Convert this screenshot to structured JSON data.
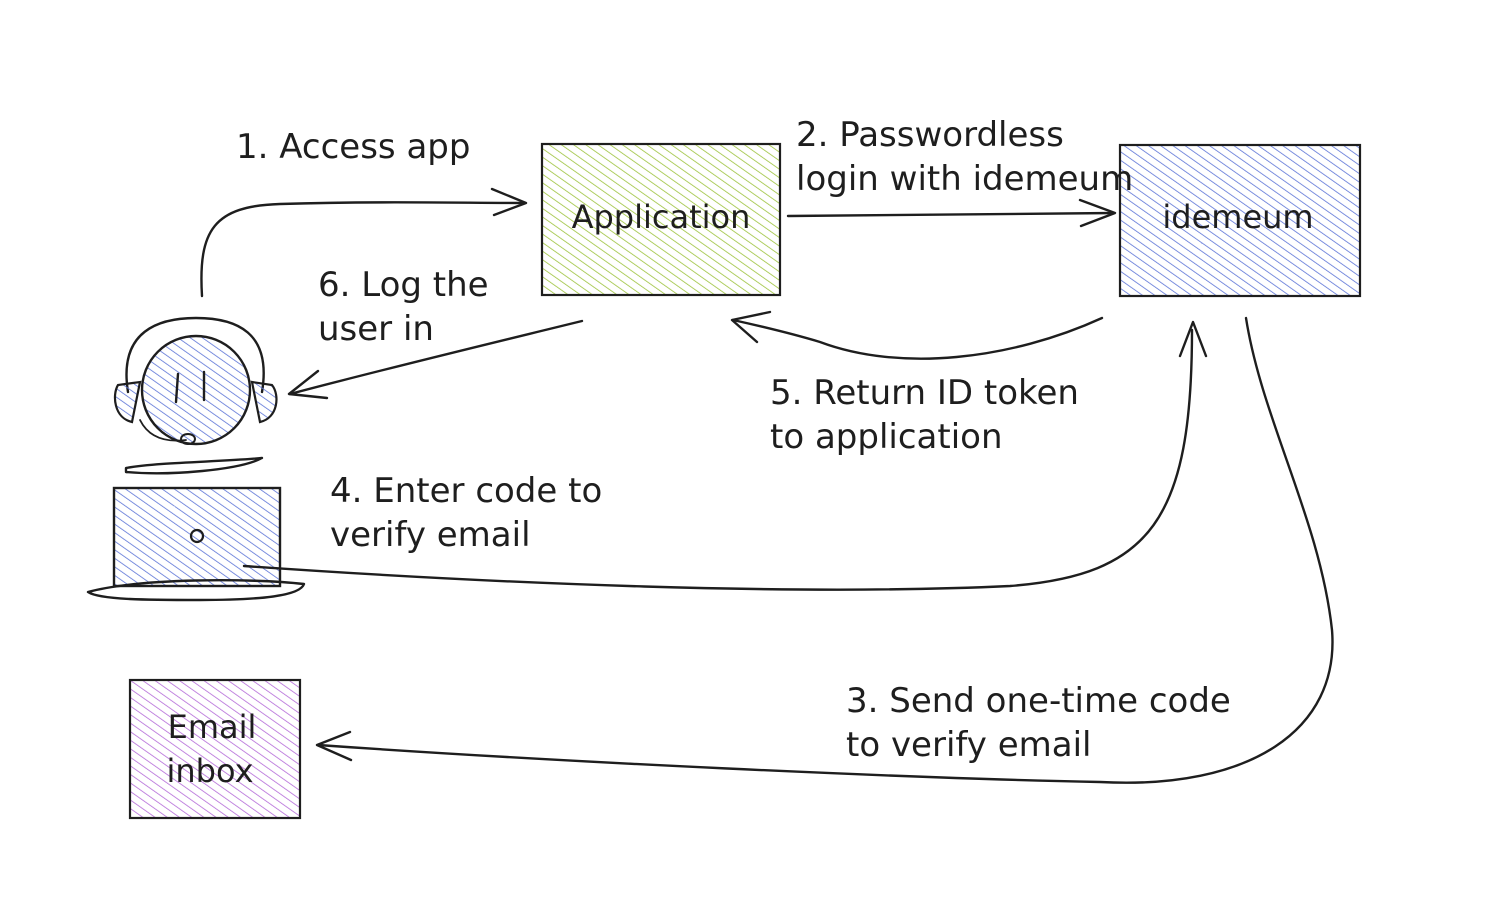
{
  "nodes": {
    "application": {
      "label": "Application",
      "fill_color": "#9cc23b"
    },
    "idemeum": {
      "label": "idemeum",
      "fill_color": "#5b73d6"
    },
    "email_inbox": {
      "label_line1": "Email",
      "label_line2": "inbox",
      "fill_color": "#b36ad8"
    },
    "user": {
      "fill_color": "#5b73d6"
    }
  },
  "steps": [
    {
      "line1": "1. Access app",
      "line2": ""
    },
    {
      "line1": "2. Passwordless",
      "line2": "login with idemeum"
    },
    {
      "line1": "3. Send one-time code",
      "line2": "to verify email"
    },
    {
      "line1": "4. Enter code to",
      "line2": "verify email"
    },
    {
      "line1": "5. Return ID token",
      "line2": "to application"
    },
    {
      "line1": "6. Log the",
      "line2": "user in"
    }
  ]
}
